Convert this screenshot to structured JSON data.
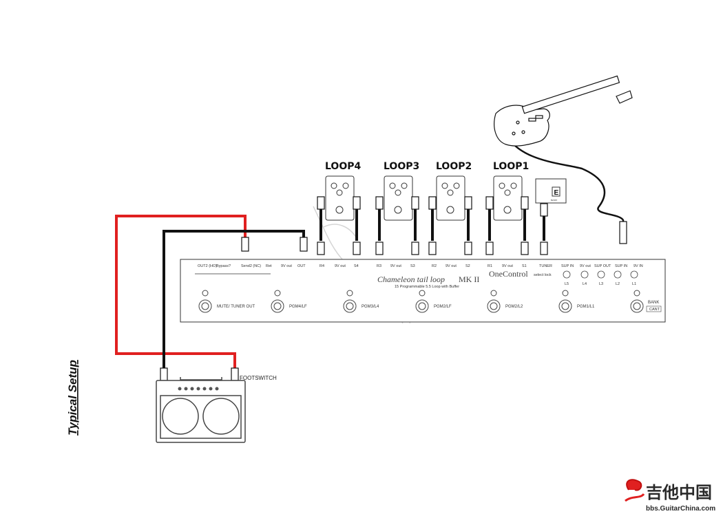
{
  "loops": [
    {
      "id": "loop4",
      "label": "LOOP4"
    },
    {
      "id": "loop3",
      "label": "LOOP3"
    },
    {
      "id": "loop2",
      "label": "LOOP2"
    },
    {
      "id": "loop1",
      "label": "LOOP1"
    }
  ],
  "tuner": {
    "display": "E",
    "label": "tuner"
  },
  "jacks": {
    "out2": "OUT2 (HO)",
    "bypass": "Bypass?",
    "send": "Send2 (NC)",
    "ret": "Ret",
    "pw1": "9V out",
    "out": "OUT",
    "r4": "R4",
    "pw2": "9V out",
    "s4": "S4",
    "r3": "R3",
    "pw3": "9V out",
    "s3a": "S3",
    "r2": "R2",
    "pw4": "9V out",
    "s2": "S2",
    "r1": "R1",
    "pw5": "9V out",
    "s1": "S1",
    "tuner": "TUNER",
    "sup_in": "SUP IN",
    "pw6": "9V out",
    "sup_out": "SUP OUT",
    "sup_in2": "SUP IN",
    "dc_in": "9V IN"
  },
  "select_lock": "select lock",
  "led_labels": [
    "L5",
    "L4",
    "L3",
    "L2",
    "L1"
  ],
  "product_name": "Chameleon tail loop",
  "product_mark": "MK II",
  "product_tagline": "15 Programmable 5.5 Loop with Buffer",
  "brand": "OneControl",
  "footswitches": [
    {
      "id": "mute",
      "label": "MUTE/ TUNER OUT"
    },
    {
      "id": "pgm4",
      "label": "PGM4/LF"
    },
    {
      "id": "pgm3",
      "label": "PGM3/L4"
    },
    {
      "id": "pgm2",
      "label": "PGM2/LF"
    },
    {
      "id": "pgm1",
      "label": "PGM2/L2"
    },
    {
      "id": "pgm0",
      "label": "PGM1/L1"
    },
    {
      "id": "bank",
      "label": "BANK"
    }
  ],
  "bank_sub": "CANT",
  "amp_label": "FOOTSWITCH",
  "side_title": "Typical Setup",
  "watermark": {
    "cn": "吉他中国",
    "url": "bbs.GuitarChina.com"
  },
  "colors": {
    "red_cable": "#e02020",
    "black_cable": "#111111",
    "outline": "#333333"
  }
}
